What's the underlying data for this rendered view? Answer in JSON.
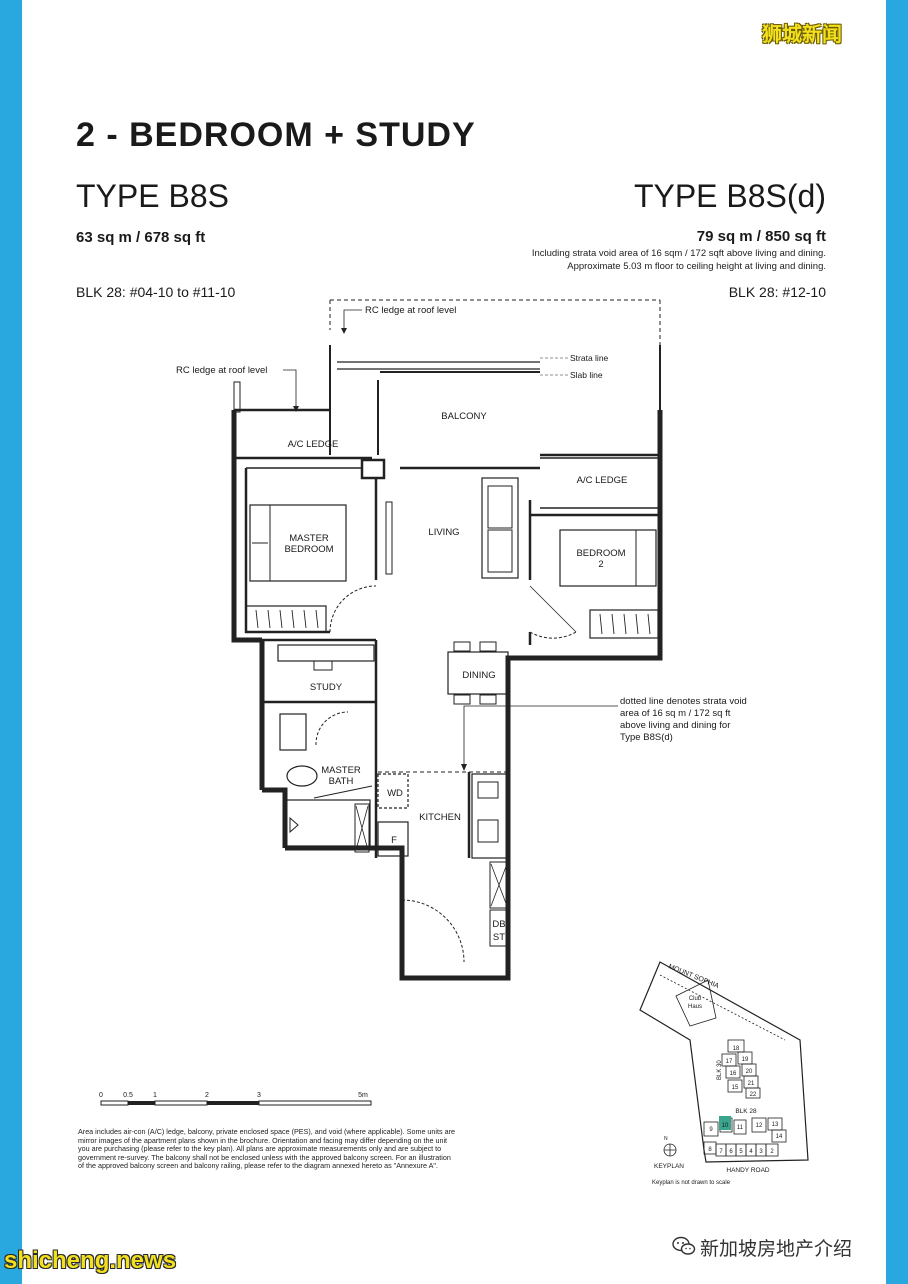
{
  "watermark_top": "狮城新闻",
  "title": "2 - BEDROOM + STUDY",
  "type_left": "TYPE B8S",
  "type_right": "TYPE B8S(d)",
  "area_left": "63 sq m / 678 sq ft",
  "area_right": "79 sq m / 850 sq ft",
  "note_right_line1": "Including strata void area of 16 sqm / 172 sqft above living and dining.",
  "note_right_line2": "Approximate 5.03 m floor to ceiling height at living and dining.",
  "blk_left": "BLK 28: #04-10 to #11-10",
  "blk_right": "BLK 28: #12-10",
  "plan": {
    "rc_ledge_top": "RC ledge at roof level",
    "rc_ledge_left": "RC ledge at roof level",
    "strata_line": "Strata line",
    "slab_line": "Slab line",
    "balcony": "BALCONY",
    "ac_ledge_left": "A/C LEDGE",
    "ac_ledge_right": "A/C LEDGE",
    "master_bedroom_1": "MASTER",
    "master_bedroom_2": "BEDROOM",
    "living": "LIVING",
    "bedroom2_1": "BEDROOM",
    "bedroom2_2": "2",
    "study": "STUDY",
    "dining": "DINING",
    "master_bath_1": "MASTER",
    "master_bath_2": "BATH",
    "wd": "WD",
    "kitchen": "KITCHEN",
    "fridge": "F",
    "db": "DB",
    "st": "ST",
    "void_note_1": "dotted line denotes strata void",
    "void_note_2": "area of 16 sq m / 172 sq ft",
    "void_note_3": "above living and dining for",
    "void_note_4": "Type B8S(d)"
  },
  "scale": {
    "labels": [
      "0",
      "0.5",
      "1",
      "2",
      "3",
      "5m"
    ]
  },
  "keyplan": {
    "road_top": "MOUNT SOPHIA",
    "clubhouse_1": "Club",
    "clubhouse_2": "Haus",
    "blk30": "BLK 30",
    "blk28": "BLK 28",
    "road_bottom": "HANDY ROAD",
    "keyplan_label": "KEYPLAN",
    "not_to_scale": "Keyplan is not drawn to scale",
    "north": "N",
    "units_upper": [
      "18",
      "17",
      "19",
      "16",
      "20",
      "15",
      "21",
      "22"
    ],
    "units_lower": [
      "10",
      "11",
      "12",
      "13",
      "9",
      "14",
      "8",
      "7",
      "6",
      "5",
      "4",
      "3",
      "2"
    ],
    "highlight_color": "#3aa58c"
  },
  "disclaimer": "Area includes air-con (A/C) ledge, balcony, private enclosed space (PES), and void (where applicable). Some units are mirror images of the apartment plans shown in the brochure. Orientation and facing may differ depending on the unit you are purchasing (please refer to the key plan). All plans are approximate measurements only and are subject to government re-survey. The balcony shall not be enclosed unless with the approved balcony screen. For an illustration of the approved balcony screen and balcony railing, please refer to the diagram annexed hereto as \"Annexure A\".",
  "watermark_bottom": "shicheng.news",
  "watermark_wechat": "新加坡房地产介绍",
  "colors": {
    "frame_blue": "#29a8e0",
    "watermark_yellow": "#f2e01e"
  }
}
